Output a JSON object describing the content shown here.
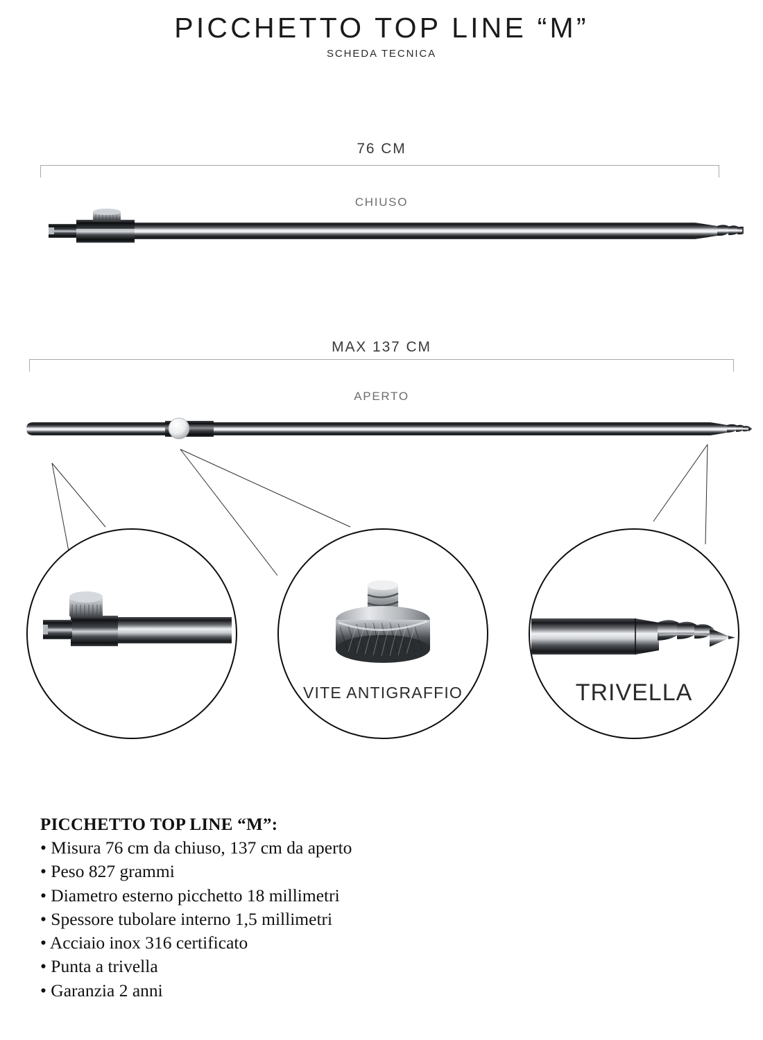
{
  "header": {
    "title": "PICCHETTO TOP LINE “M”",
    "subtitle": "SCHEDA TECNICA"
  },
  "figures": [
    {
      "dimension_label": "76 CM",
      "state_label": "CHIUSO",
      "alt": "picchetto chiuso"
    },
    {
      "dimension_label": "MAX 137 CM",
      "state_label": "APERTO",
      "alt": "picchetto aperto"
    }
  ],
  "details": [
    {
      "caption": "",
      "alt": "collare con vite di bloccaggio"
    },
    {
      "caption": "VITE ANTIGRAFFIO",
      "alt": "vite zigrinata antigraffio"
    },
    {
      "caption": "TRIVELLA",
      "alt": "punta a trivella"
    }
  ],
  "specs": {
    "title": "PICCHETTO TOP LINE “M”:",
    "items": [
      "• Misura 76 cm da chiuso, 137 cm da aperto",
      "• Peso 827 grammi",
      "• Diametro esterno picchetto 18 millimetri",
      "• Spessore tubolare interno 1,5 millimetri",
      "• Acciaio inox 316 certificato",
      "• Punta a trivella",
      "• Garanzia 2 anni"
    ]
  },
  "colors": {
    "background": "#ffffff",
    "text": "#111111",
    "bracket": "#a9a9a9",
    "state_label": "#6e6e6e",
    "circle_outline": "#0d0d0d",
    "metal_dark": "#161616",
    "metal_mid": "#6d6f72",
    "metal_light": "#e9ebee"
  }
}
